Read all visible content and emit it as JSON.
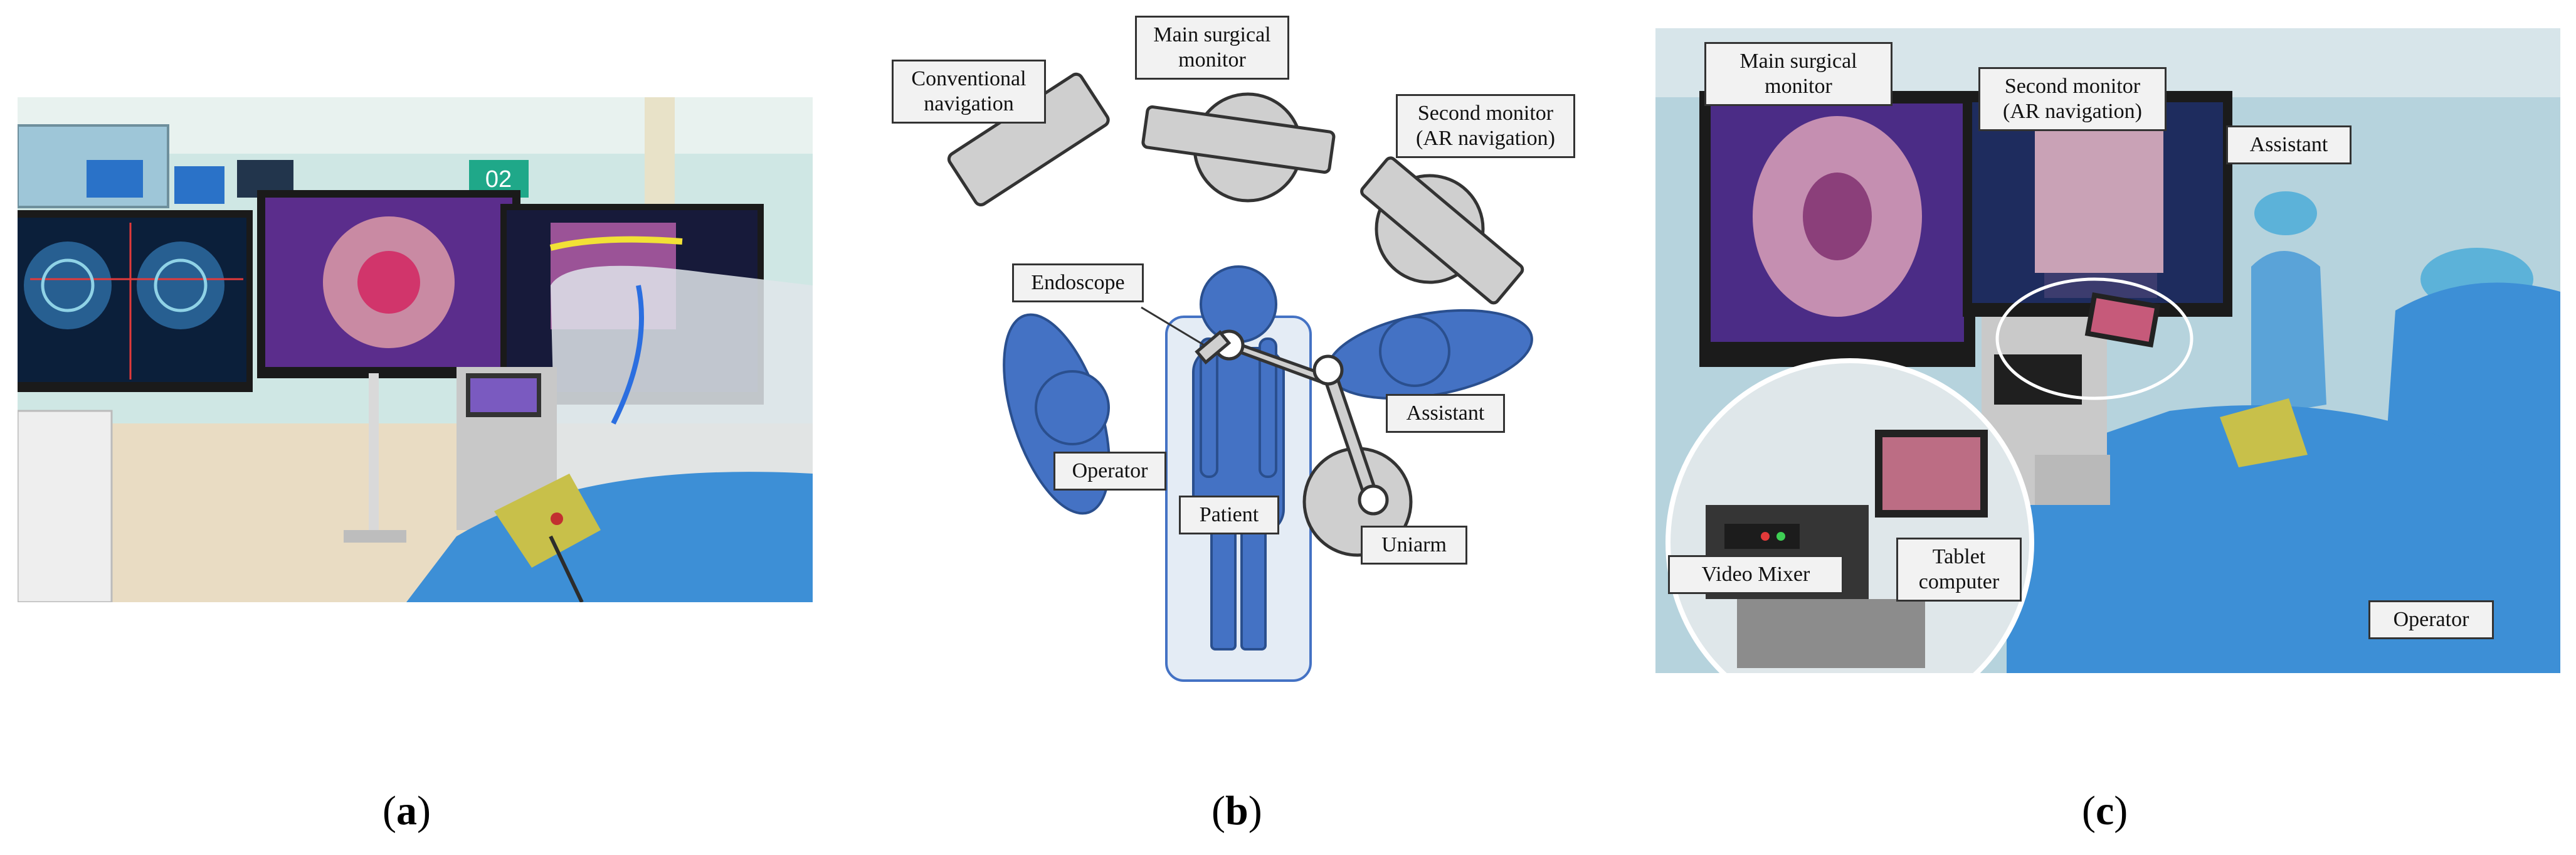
{
  "panels": {
    "a": {
      "caption_letter": "a"
    },
    "b": {
      "caption_letter": "b",
      "labels": {
        "conventional_navigation": "Conventional\nnavigation",
        "main_surgical_monitor": "Main surgical\nmonitor",
        "second_monitor": "Second monitor\n(AR navigation)",
        "endoscope": "Endoscope",
        "assistant": "Assistant",
        "operator": "Operator",
        "patient": "Patient",
        "uniarm": "Uniarm"
      }
    },
    "c": {
      "caption_letter": "c",
      "labels": {
        "main_surgical_monitor": "Main surgical\nmonitor",
        "second_monitor": "Second monitor\n(AR navigation)",
        "assistant": "Assistant",
        "video_mixer": "Video Mixer",
        "tablet_computer": "Tablet\ncomputer",
        "operator": "Operator"
      }
    }
  },
  "colors": {
    "person_blue": "#4472c4",
    "device_gray": "#cfcfcf",
    "bed_fill": "#e4ecf5",
    "drape_blue": "#3d8fd6"
  }
}
